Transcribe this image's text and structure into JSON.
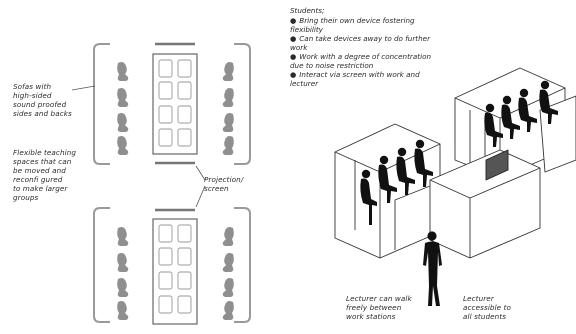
{
  "labels": {
    "sofas": [
      "Sofas with",
      "high-sided",
      "sound proofed",
      "sides and backs"
    ],
    "flexible": [
      "Flexible teaching",
      "spaces that can",
      "be moved and",
      "reconfi gured",
      "to make larger",
      "groups"
    ],
    "projection": [
      "Projection/",
      "screen"
    ],
    "lecturer_walk": [
      "Lecturer can walk",
      "freely between",
      "work stations"
    ],
    "lecturer_access": [
      "Lecturer",
      "accessible to",
      "all students"
    ]
  },
  "students": {
    "heading": "Students;",
    "items": [
      {
        "lines": [
          "Bring their own device",
          "fostering flexibility"
        ]
      },
      {
        "lines": [
          "Can take devices away to do",
          "further work"
        ]
      },
      {
        "lines": [
          "Work with a degree of concentration",
          "due to noise restriction"
        ]
      },
      {
        "lines": [
          "Interact via screen with",
          "work and lecturer"
        ]
      }
    ]
  },
  "icons": {
    "bullet": "bullet-dot",
    "person": "seated-person-silhouette",
    "lecturer": "standing-person-silhouette"
  },
  "colors": {
    "sofa_stroke": "#9a9a9a",
    "figure": "#8f8f8f",
    "silhouette": "#111111",
    "screen_bar": "#777777"
  }
}
